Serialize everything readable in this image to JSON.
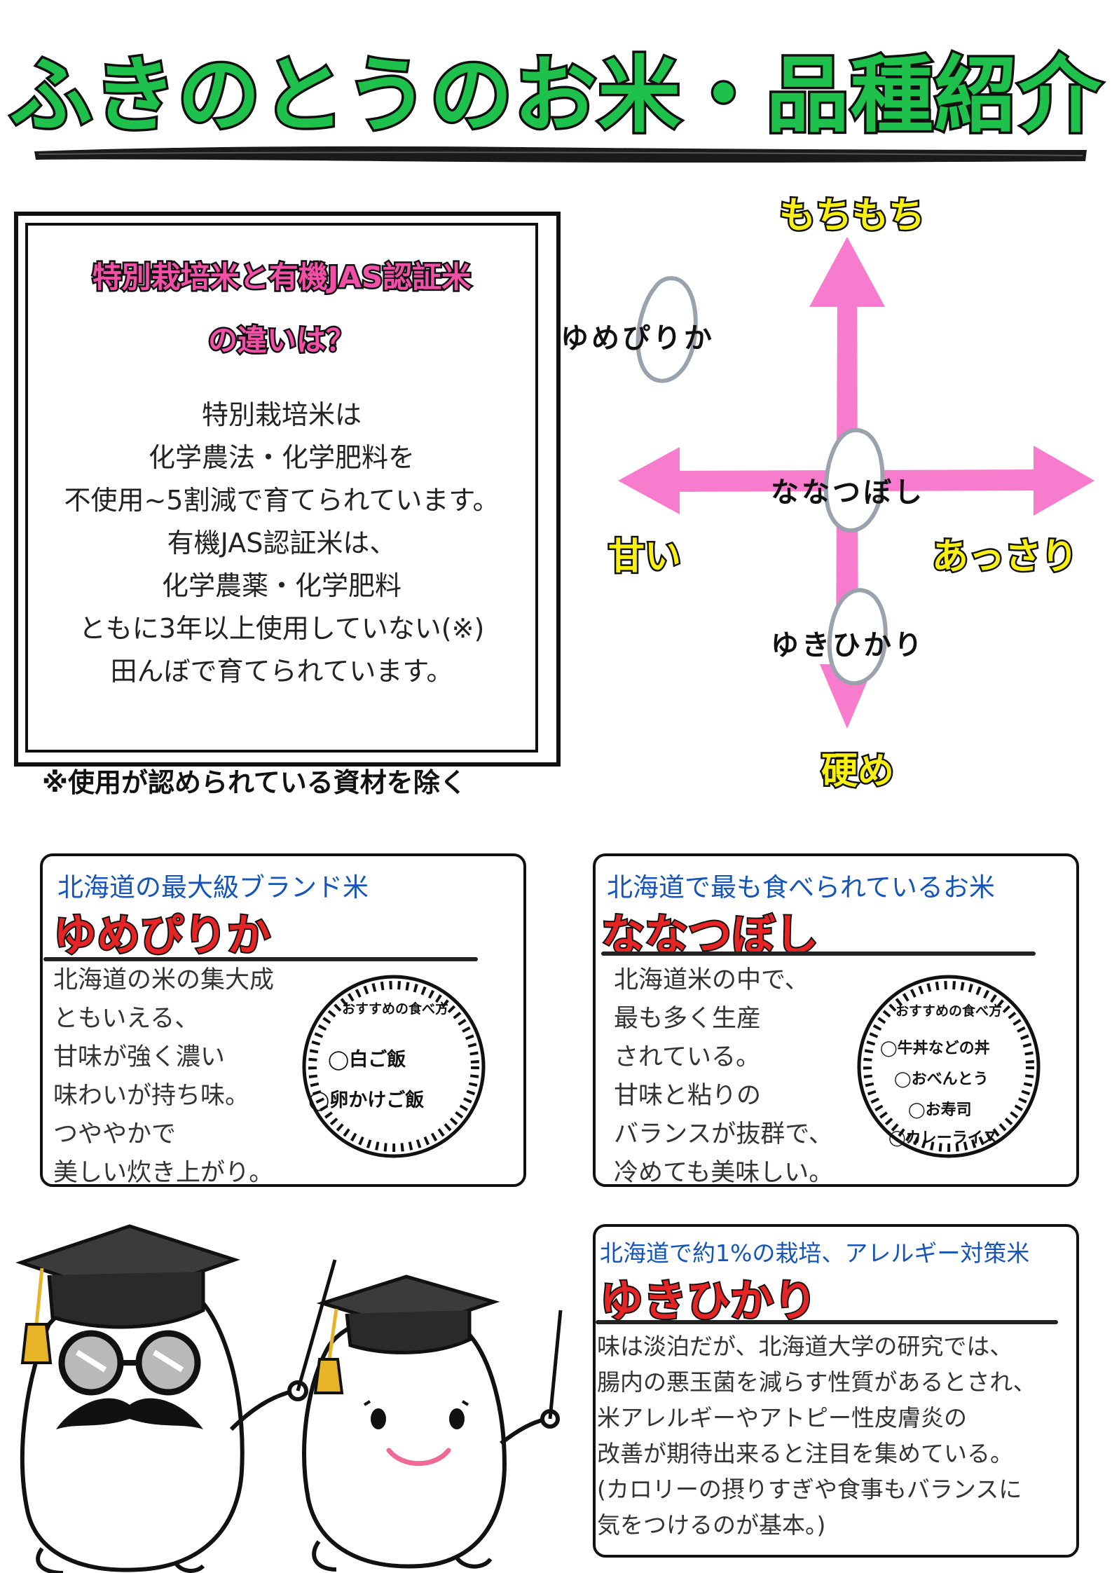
{
  "title": "ふきのとうのお米・品種紹介",
  "info_box": {
    "heading_line1": "特別栽培米と有機JAS認証米",
    "heading_line2": "の違いは？",
    "body_lines": [
      "特別栽培米は",
      "化学農法・化学肥料を",
      "不使用~5割減で育てられています。",
      "有機JAS認証米は、",
      "化学農薬・化学肥料",
      "ともに3年以上使用していない(※)",
      "田んぼで育てられています。"
    ],
    "footnote": "※使用が認められている資材を除く"
  },
  "axis_chart": {
    "top": "もちもち",
    "bottom": "硬め",
    "left": "甘い",
    "right": "あっさり",
    "varieties": [
      "ゆめぴりか",
      "ななつぼし",
      "ゆきひかり"
    ]
  },
  "colors": {
    "title_green": "#1ec14c",
    "accent_pink": "#f24fa7",
    "axis_yellow": "#f7f010",
    "name_red": "#e52525",
    "subtitle_blue": "#1655b8"
  },
  "cards": {
    "yumepirika": {
      "subtitle": "北海道の最大級ブランド米",
      "name": "ゆめぴりか",
      "desc": [
        "北海道の米の集大成",
        "ともいえる、",
        "甘味が強く濃い",
        "味わいが持ち味。",
        "つややかで",
        "美しい炊き上がり。"
      ],
      "badge_title": "おすすめの食べ方",
      "badge_items": [
        "◯白ご飯",
        "◯卵かけご飯"
      ]
    },
    "nanatsuboshi": {
      "subtitle": "北海道で最も食べられているお米",
      "name": "ななつぼし",
      "desc": [
        "北海道米の中で、",
        "最も多く生産",
        "されている。",
        "甘味と粘りの",
        "バランスが抜群で、",
        "冷めても美味しい。"
      ],
      "badge_title": "おすすめの食べ方",
      "badge_items": [
        "◯牛丼などの丼",
        "◯おべんとう",
        "◯お寿司",
        "◯カレーライス"
      ]
    },
    "yukihikari": {
      "subtitle": "北海道で約1%の栽培、アレルギー対策米",
      "name": "ゆきひかり",
      "desc": [
        "味は淡泊だが、北海道大学の研究では、",
        "腸内の悪玉菌を減らす性質があるとされ、",
        "米アレルギーやアトピー性皮膚炎の",
        "改善が期待出来ると注目を集めている。",
        "(カロリーの摂りすぎや食事もバランスに",
        "気をつけるのが基本。)"
      ]
    }
  }
}
